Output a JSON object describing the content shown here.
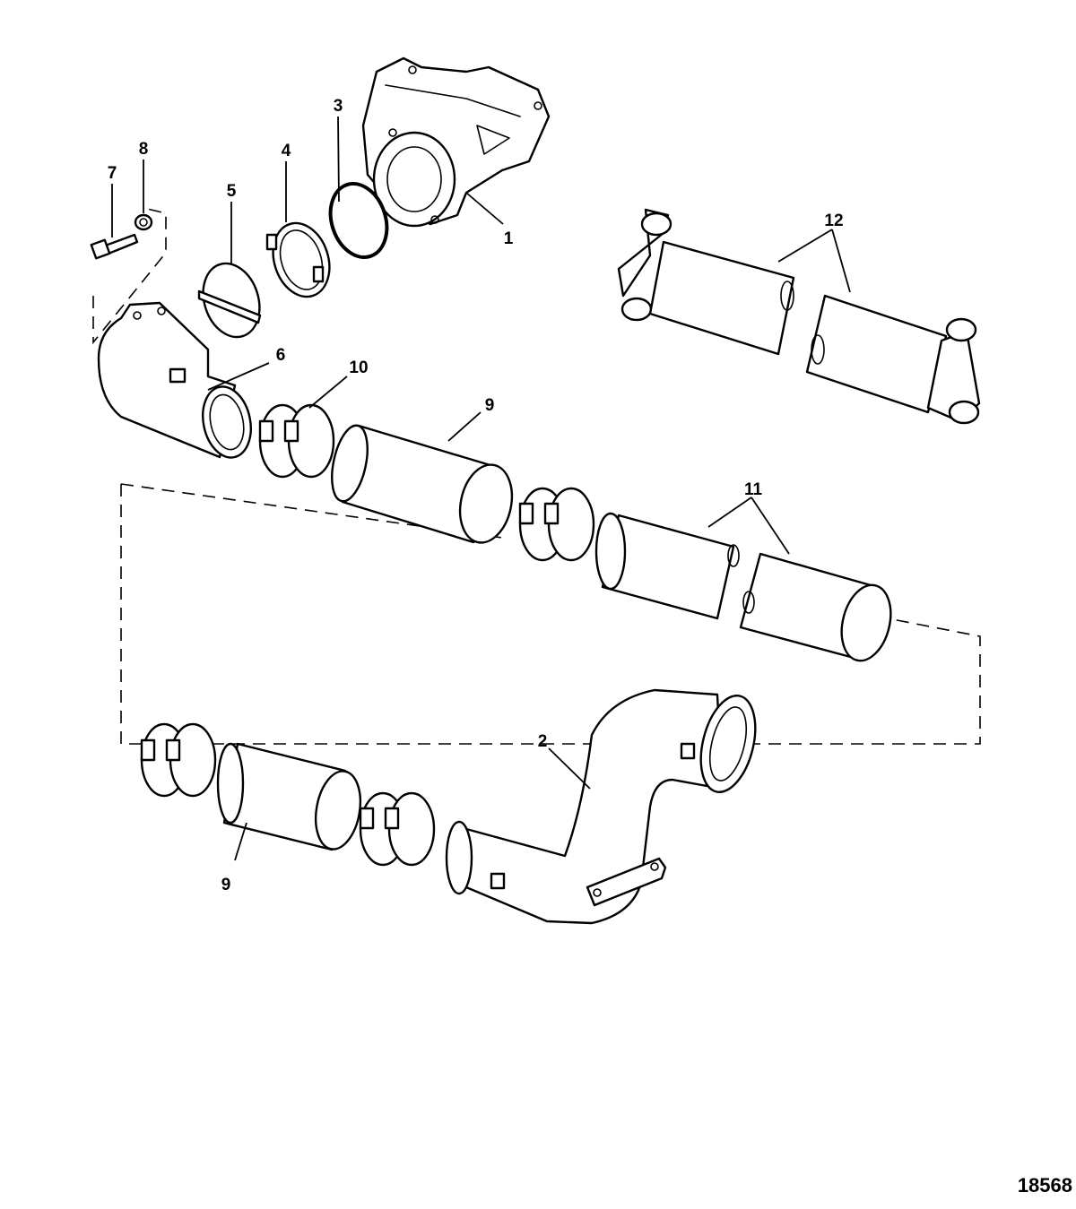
{
  "callouts": {
    "c1": "1",
    "c2": "2",
    "c3": "3",
    "c4": "4",
    "c5": "5",
    "c6": "6",
    "c7": "7",
    "c8": "8",
    "c9a": "9",
    "c9b": "9",
    "c10": "10",
    "c11": "11",
    "c12": "12"
  },
  "figure_id": "18568"
}
